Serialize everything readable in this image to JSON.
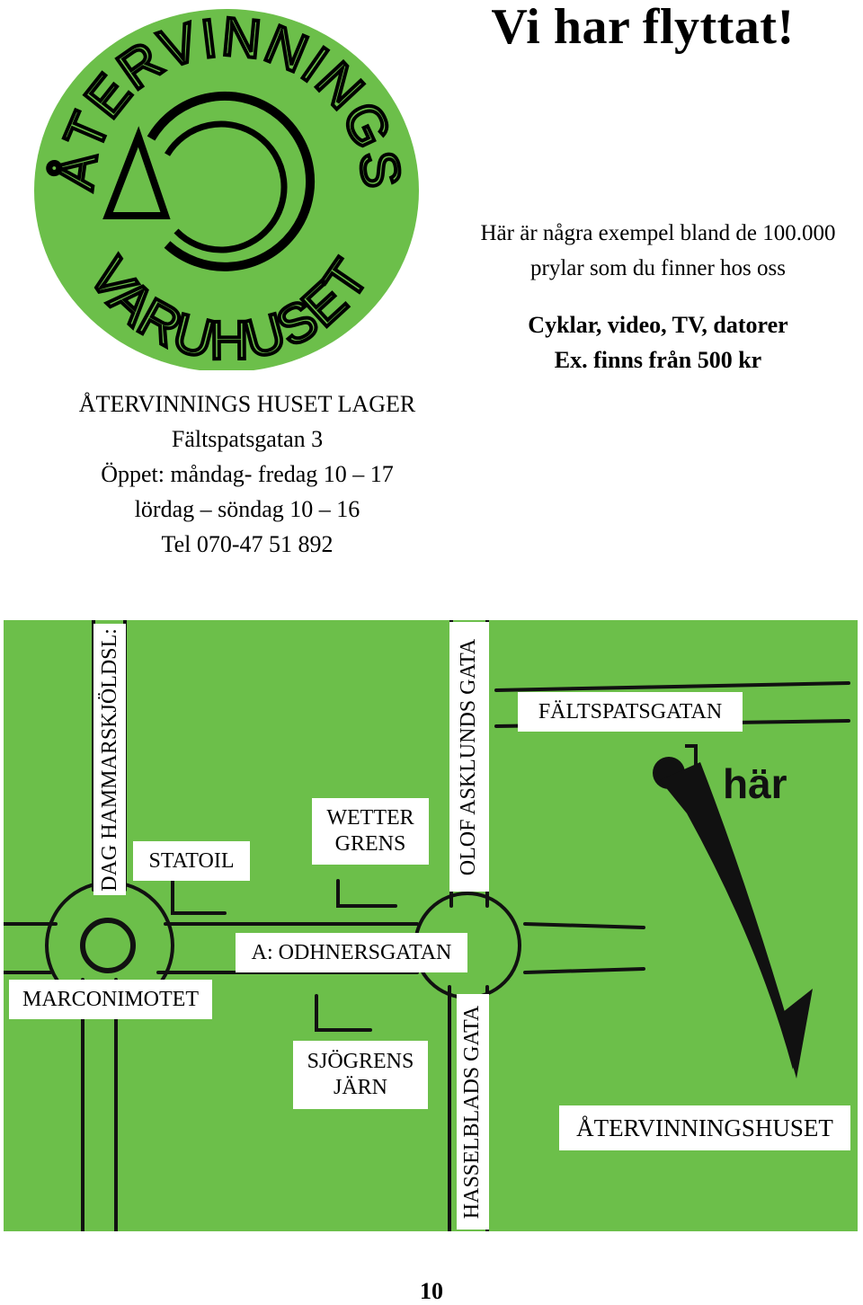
{
  "headline": "Vi har flyttat!",
  "logo": {
    "top_text": "ÅTERVINNINGS",
    "bottom_text": "VARUHUSET",
    "color": "#6cbf4a"
  },
  "intro": {
    "line1": "Här är några exempel bland de 100.000",
    "line2": "prylar som du finner hos oss"
  },
  "offer": {
    "line1": "Cyklar, video, TV, datorer",
    "line2": "Ex. finns från 500 kr"
  },
  "address": {
    "line1": "ÅTERVINNINGS HUSET LAGER",
    "line2": "Fältspatsgatan 3",
    "line3": "Öppet: måndag- fredag 10 – 17",
    "line4": "lördag – söndag 10 – 16",
    "line5": "Tel 070-47 51 892"
  },
  "map": {
    "background_color": "#6cbf4a",
    "labels": {
      "dag_hammarskjoldsl": "DAG HAMMARSKJÖLDSL:",
      "statoil": "STATOIL",
      "wetter_grens_1": "WETTER",
      "wetter_grens_2": "GRENS",
      "olof_asklunds_gata": "OLOF ASKLUNDS GATA",
      "faltspatsgatan": "FÄLTSPATSGATAN",
      "har": "här",
      "odhnersgatan": "A: ODHNERSGATAN",
      "marconimotet": "MARCONIMOTET",
      "sjogrens_jarn_1": "SJÖGRENS",
      "sjogrens_jarn_2": "JÄRN",
      "hasselblads_gata": "HASSELBLADS GATA",
      "atervinningshuset": "ÅTERVINNINGSHUSET"
    }
  },
  "page_number": "10"
}
